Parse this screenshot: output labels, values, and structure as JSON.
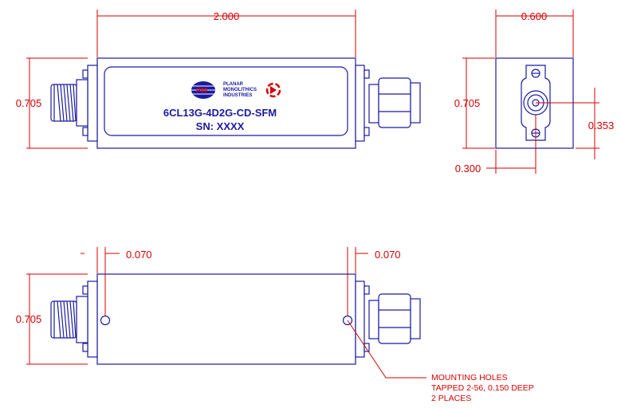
{
  "drawing": {
    "top_view": {
      "length": "2.000",
      "height": "0.705",
      "label": {
        "company_lines": [
          "PLANAR",
          "MONOLITHICS",
          "INDUSTRIES"
        ],
        "logo_mark": "PMI",
        "part_number": "6CL13G-4D2G-CD-SFM",
        "serial": "SN: XXXX"
      }
    },
    "end_view": {
      "width": "0.600",
      "height": "0.705",
      "center_height": "0.353",
      "center_offset": "0.300"
    },
    "bottom_view": {
      "left_hole_offset": "0.070",
      "right_hole_offset": "0.070",
      "height": "0.705",
      "hole_note": [
        "MOUNTING HOLES",
        "TAPPED 2-56, 0.150 DEEP",
        "2 PLACES"
      ]
    },
    "colors": {
      "outline": "#1a1aa0",
      "dimension": "#d40000"
    }
  }
}
